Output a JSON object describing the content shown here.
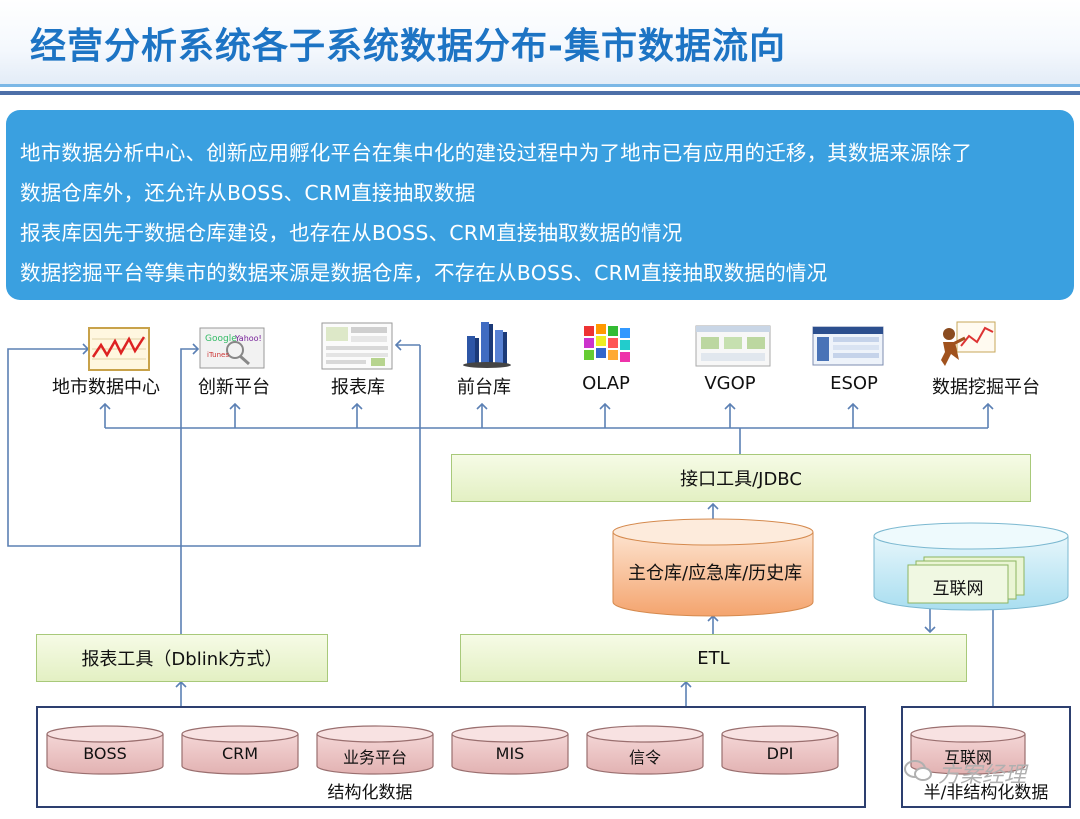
{
  "title": "经营分析系统各子系统数据分布-集市数据流向",
  "intro_lines": [
    "地市数据分析中心、创新应用孵化平台在集中化的建设过程中为了地市已有应用的迁移，其数据来源除了",
    "数据仓库外，还允许从BOSS、CRM直接抽取数据",
    "报表库因先于数据仓库建设，也存在从BOSS、CRM直接抽取数据的情况",
    "数据挖掘平台等集市的数据来源是数据仓库，不存在从BOSS、CRM直接抽取数据的情况"
  ],
  "targets": [
    {
      "label": "地市数据中心",
      "icon": "line-chart-icon"
    },
    {
      "label": "创新平台",
      "icon": "search-screenshot-icon"
    },
    {
      "label": "报表库",
      "icon": "report-screenshot-icon"
    },
    {
      "label": "前台库",
      "icon": "3d-bar-chart-icon"
    },
    {
      "label": "OLAP",
      "icon": "cube-icon"
    },
    {
      "label": "VGOP",
      "icon": "dashboard-screenshot-icon"
    },
    {
      "label": "ESOP",
      "icon": "portal-screenshot-icon"
    },
    {
      "label": "数据挖掘平台",
      "icon": "mining-person-icon"
    }
  ],
  "boxes": {
    "interface": "接口工具/JDBC",
    "report_tool": "报表工具（Dblink方式）",
    "etl": "ETL"
  },
  "warehouse": "主仓库/应急库/历史库",
  "internet_doc": "互联网",
  "sources": [
    "BOSS",
    "CRM",
    "业务平台",
    "MIS",
    "信令",
    "DPI"
  ],
  "structured_label": "结构化数据",
  "unstructured_source": "互联网",
  "unstructured_label": "半/非结构化数据",
  "watermark": "方案经理",
  "colors": {
    "title": "#1d74c4",
    "intro_bg": "#3aa0e0",
    "arrow": "#5b80b4",
    "box_border": "#a8c97a",
    "frame": "#2d3f6f",
    "warehouse": "#f4b183"
  }
}
